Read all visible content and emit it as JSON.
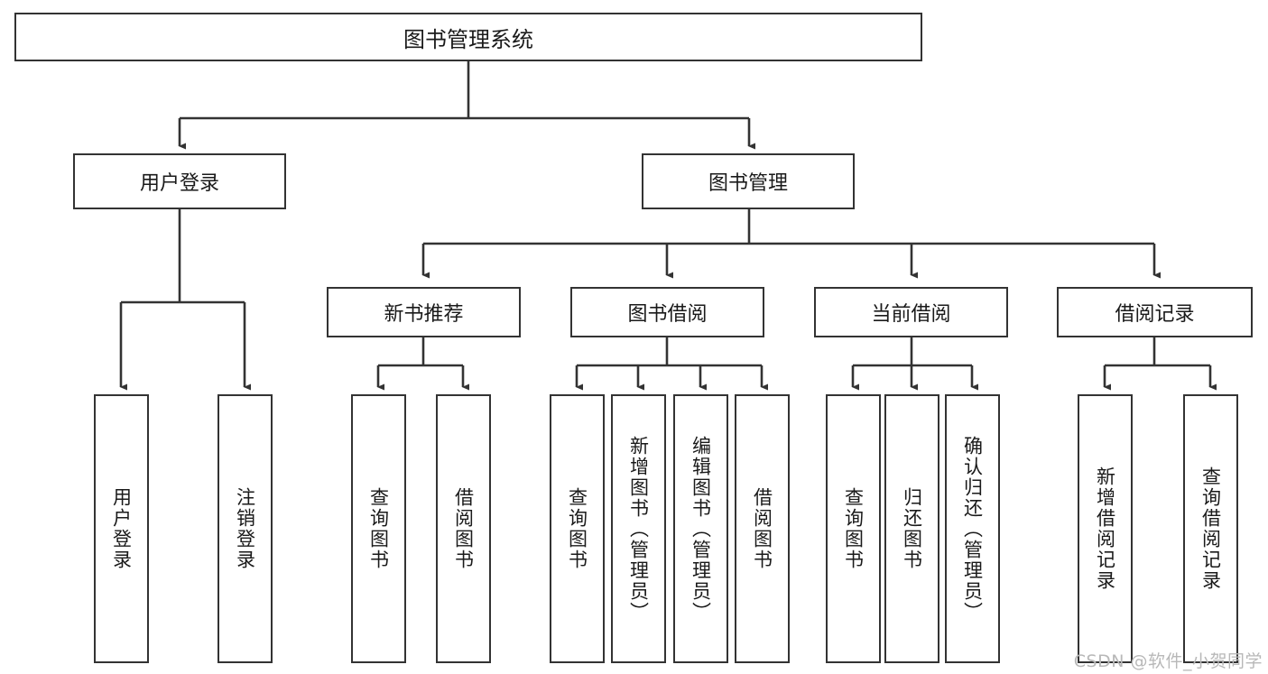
{
  "diagram": {
    "title": "图书管理系统",
    "watermark": "CSDN @软件_小贺同学",
    "line_color": "#333333",
    "box_fill": "#ffffff",
    "text_color": "#1a1a1a",
    "watermark_color": "#b8b8b8"
  },
  "root": {
    "label": "图书管理系统"
  },
  "level2": [
    {
      "label": "用户登录"
    },
    {
      "label": "图书管理"
    }
  ],
  "level3": [
    {
      "label": "新书推荐"
    },
    {
      "label": "图书借阅"
    },
    {
      "label": "当前借阅"
    },
    {
      "label": "借阅记录"
    }
  ],
  "leaves": {
    "user_login": [
      {
        "label": "用户登录"
      },
      {
        "label": "注销登录"
      }
    ],
    "new_book_recommend": [
      {
        "label": "查询图书"
      },
      {
        "label": "借阅图书"
      }
    ],
    "book_borrow": [
      {
        "label": "查询图书"
      },
      {
        "label": "新增图书（管理员）"
      },
      {
        "label": "编辑图书（管理员）"
      },
      {
        "label": "借阅图书"
      }
    ],
    "current_borrow": [
      {
        "label": "查询图书"
      },
      {
        "label": "归还图书"
      },
      {
        "label": "确认归还（管理员）"
      }
    ],
    "borrow_record": [
      {
        "label": "新增借阅记录"
      },
      {
        "label": "查询借阅记录"
      }
    ]
  }
}
